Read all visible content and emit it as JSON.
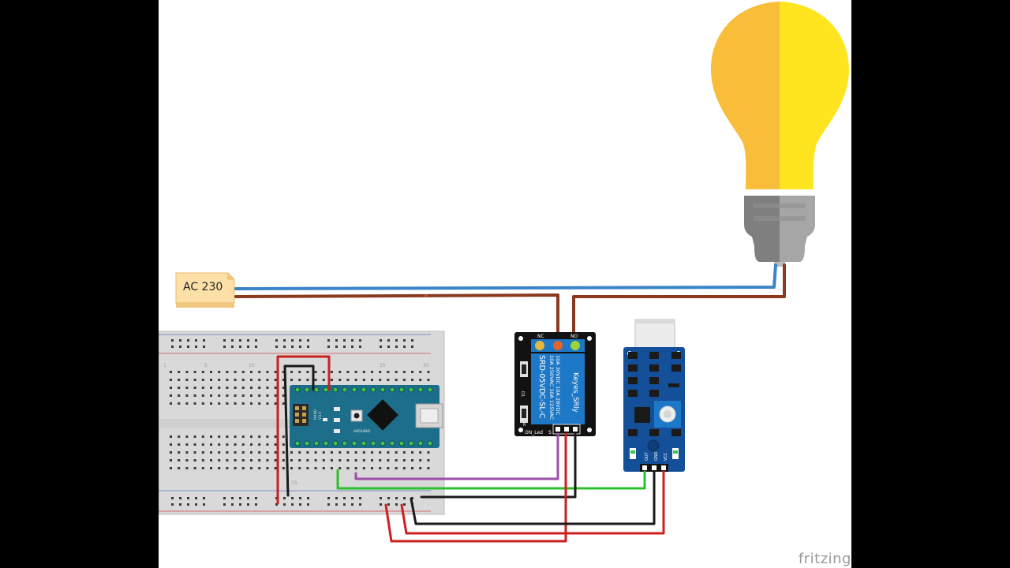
{
  "labels": {
    "power_source": "AC 230",
    "relay_nc": "NC",
    "relay_no": "NO",
    "relay_part": "SRD-05VDC-SL-C",
    "relay_spec_1": "10A 250VAC 10A 125VAC",
    "relay_spec_2": "10A 30VDC 10A 28VDC",
    "relay_brand": "Keyes_SRly",
    "relay_on_led": "ON_Led",
    "relay_signal": "S",
    "relay_d1": "D1",
    "relay_r": "R",
    "sensor_out": "OUT",
    "sensor_gnd": "GND",
    "sensor_vcc": "VCC",
    "nano_name": "ARDUINO",
    "nano_model": "NANO",
    "nano_version": "V3.0",
    "breadboard_col_1": "1",
    "breadboard_col_5": "5",
    "breadboard_col_10": "10",
    "breadboard_col_15": "15",
    "breadboard_col_25": "25",
    "breadboard_col_30": "30"
  },
  "watermark": "fritzing",
  "colors": {
    "bulb_glass_left": "#F8BE3A",
    "bulb_glass_right": "#FEE51F",
    "bulb_base_dark": "#7F7F7F",
    "bulb_base_light": "#A6A6A6",
    "wire_blue": "#3A84C8",
    "wire_brown": "#8B3A1F",
    "wire_red": "#CC1F1F",
    "wire_black": "#1A1A1A",
    "wire_green": "#2DC02D",
    "wire_purple": "#9B4FA8",
    "relay_blue": "#1E78C8",
    "nano_teal": "#1D6E8A",
    "sensor_blue": "#14509A"
  }
}
